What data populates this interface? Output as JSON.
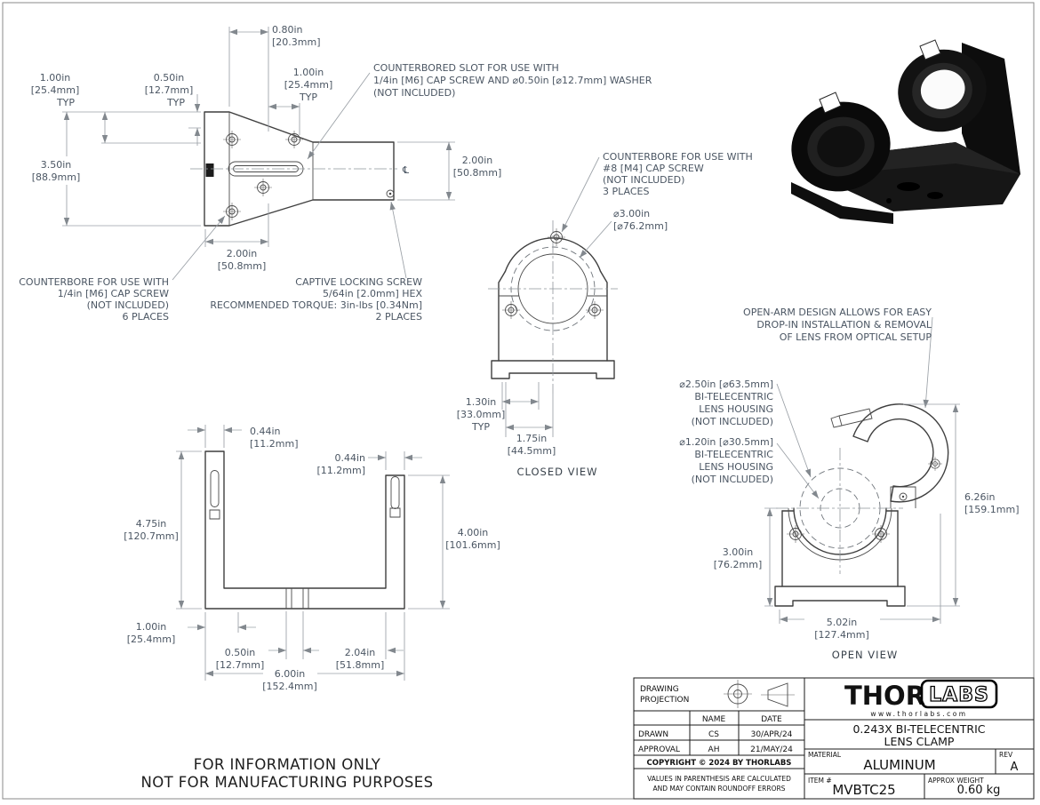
{
  "colors": {
    "outline": "#3f3f3f",
    "dimension": "#9aa0a6",
    "dim_text": "#4b5663",
    "black": "#111111"
  },
  "side_view": {
    "cl_symbol": "℄",
    "dim_080": {
      "v": "0.80in",
      "mm": "[20.3mm]"
    },
    "dim_100_left": {
      "v": "1.00in",
      "mm": "[25.4mm]",
      "typ": "TYP"
    },
    "dim_050": {
      "v": "0.50in",
      "mm": "[12.7mm]",
      "typ": "TYP"
    },
    "dim_100_top": {
      "v": "1.00in",
      "mm": "[25.4mm]",
      "typ": "TYP"
    },
    "dim_350": {
      "v": "3.50in",
      "mm": "[88.9mm]"
    },
    "dim_200_right": {
      "v": "2.00in",
      "mm": "[50.8mm]"
    },
    "dim_200_bottom": {
      "v": "2.00in",
      "mm": "[50.8mm]"
    },
    "callout_slot": {
      "l1": "COUNTERBORED SLOT FOR USE WITH",
      "l2": "1/4in [M6] CAP SCREW AND ⌀0.50in [⌀12.7mm] WASHER",
      "l3": "(NOT INCLUDED)"
    },
    "callout_counterbore": {
      "l1": "COUNTERBORE FOR USE WITH",
      "l2": "1/4in [M6] CAP SCREW",
      "l3": "(NOT INCLUDED)",
      "l4": "6 PLACES"
    },
    "callout_captive": {
      "l1": "CAPTIVE LOCKING SCREW",
      "l2": "5/64in [2.0mm] HEX",
      "l3": "RECOMMENDED TORQUE: 3in-lbs [0.34Nm]",
      "l4": "2 PLACES"
    }
  },
  "closed_view": {
    "label": "CLOSED VIEW",
    "callout_counterbore": {
      "l1": "COUNTERBORE FOR USE WITH",
      "l2": "#8 [M4] CAP SCREW",
      "l3": "(NOT INCLUDED)",
      "l4": "3 PLACES"
    },
    "dim_d300": {
      "v": "⌀3.00in",
      "mm": "[⌀76.2mm]"
    },
    "dim_130": {
      "v": "1.30in",
      "mm": "[33.0mm]",
      "typ": "TYP"
    },
    "dim_175": {
      "v": "1.75in",
      "mm": "[44.5mm]"
    }
  },
  "front_view": {
    "dim_044_left": {
      "v": "0.44in",
      "mm": "[11.2mm]"
    },
    "dim_044_right": {
      "v": "0.44in",
      "mm": "[11.2mm]"
    },
    "dim_475": {
      "v": "4.75in",
      "mm": "[120.7mm]"
    },
    "dim_400": {
      "v": "4.00in",
      "mm": "[101.6mm]"
    },
    "dim_100": {
      "v": "1.00in",
      "mm": "[25.4mm]"
    },
    "dim_050": {
      "v": "0.50in",
      "mm": "[12.7mm]"
    },
    "dim_204": {
      "v": "2.04in",
      "mm": "[51.8mm]"
    },
    "dim_600": {
      "v": "6.00in",
      "mm": "[152.4mm]"
    }
  },
  "open_view": {
    "label": "OPEN VIEW",
    "callout_openarm": {
      "l1": "OPEN-ARM DESIGN ALLOWS FOR EASY",
      "l2": "DROP-IN INSTALLATION & REMOVAL",
      "l3": "OF LENS FROM OPTICAL SETUP"
    },
    "callout_housing_250": {
      "l1": "⌀2.50in [⌀63.5mm]",
      "l2": "BI-TELECENTRIC",
      "l3": "LENS HOUSING",
      "l4": "(NOT INCLUDED)"
    },
    "callout_housing_120": {
      "l1": "⌀1.20in [⌀30.5mm]",
      "l2": "BI-TELECENTRIC",
      "l3": "LENS HOUSING",
      "l4": "(NOT INCLUDED)"
    },
    "dim_300": {
      "v": "3.00in",
      "mm": "[76.2mm]"
    },
    "dim_626": {
      "v": "6.26in",
      "mm": "[159.1mm]"
    },
    "dim_502": {
      "v": "5.02in",
      "mm": "[127.4mm]"
    }
  },
  "footer": {
    "line1": "FOR INFORMATION ONLY",
    "line2": "NOT FOR MANUFACTURING PURPOSES"
  },
  "title_block": {
    "projection_label_1": "DRAWING",
    "projection_label_2": "PROJECTION",
    "col_name": "NAME",
    "col_date": "DATE",
    "drawn_label": "DRAWN",
    "drawn_name": "CS",
    "drawn_date": "30/APR/24",
    "approval_label": "APPROVAL",
    "approval_name": "AH",
    "approval_date": "21/MAY/24",
    "copyright": "COPYRIGHT © 2024 BY THORLABS",
    "disclaimer_1": "VALUES IN PARENTHESIS ARE CALCULATED",
    "disclaimer_2": "AND MAY CONTAIN ROUNDOFF ERRORS",
    "logo_thor": "THOR",
    "logo_labs": "LABS",
    "website": "www.thorlabs.com",
    "title_line1": "0.243X BI-TELECENTRIC",
    "title_line2": "LENS CLAMP",
    "material_label": "MATERIAL",
    "material": "ALUMINUM",
    "rev_label": "REV",
    "rev": "A",
    "item_label": "ITEM #",
    "item": "MVBTC25",
    "weight_label": "APPROX WEIGHT",
    "weight": "0.60 kg"
  }
}
